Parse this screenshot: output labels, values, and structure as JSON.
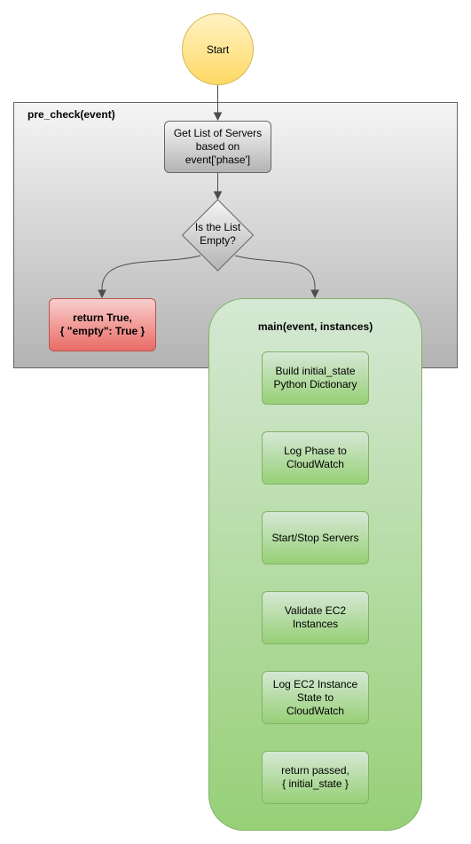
{
  "nodes": {
    "start": "Start",
    "pre_check_title": "pre_check(event)",
    "get_list": "Get List of Servers based on event['phase']",
    "decision": "Is the List Empty?",
    "return_true": "return True,\n{ \"empty\": True }",
    "main_title": "main(event, instances)",
    "steps": [
      "Build initial_state Python Dictionary",
      "Log Phase to CloudWatch",
      "Start/Stop Servers",
      "Validate EC2 Instances",
      "Log EC2 Instance State to CloudWatch",
      "return passed,\n{ initial_state }"
    ]
  },
  "colors": {
    "edge": "#4d4d4d",
    "start_fill": "#ffd966",
    "start_stroke": "#d6b656",
    "gray_stroke": "#666666",
    "red_fill": "#ea6b66",
    "red_stroke": "#b85450",
    "green_fill": "#97d077",
    "green_stroke": "#82b366"
  }
}
